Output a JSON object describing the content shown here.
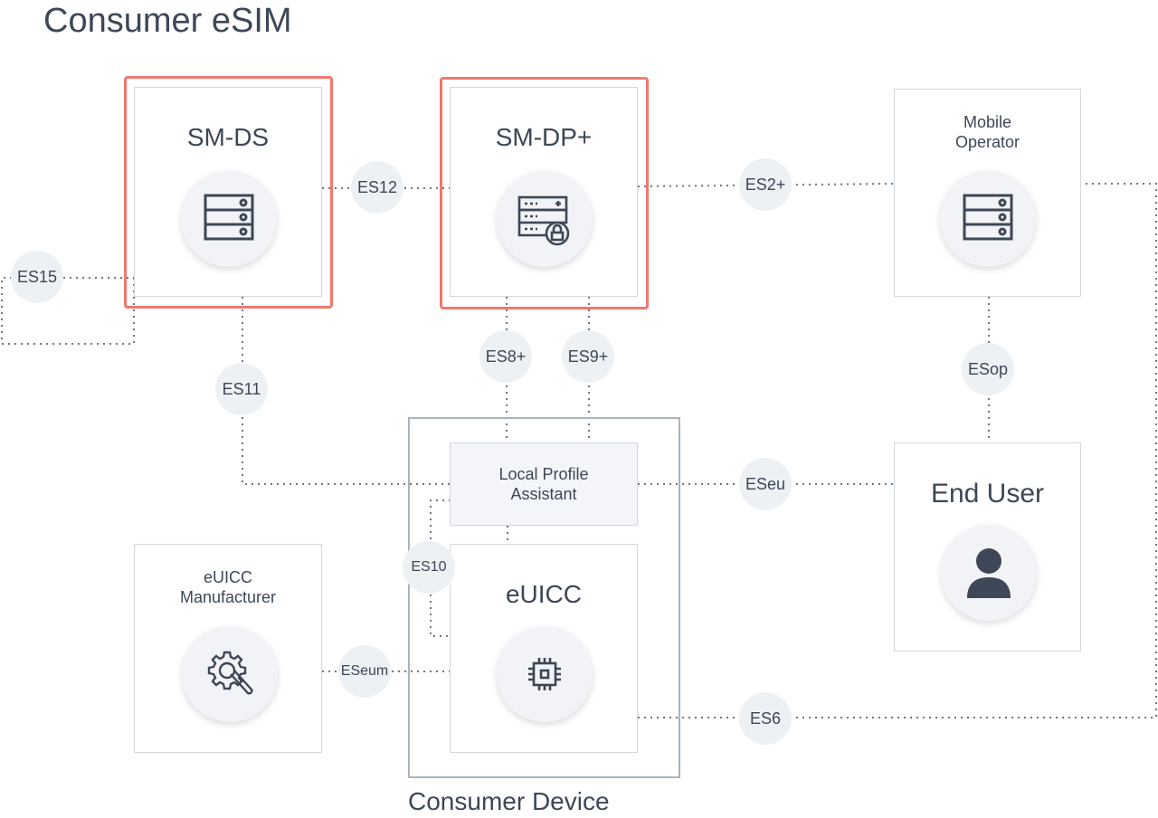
{
  "title": "Consumer eSIM",
  "nodes": {
    "smds": "SM-DS",
    "smdp": "SM-DP+",
    "mobile_operator": "Mobile\nOperator",
    "lpa": "Local Profile\nAssistant",
    "euicc": "eUICC",
    "euicc_manufacturer": "eUICC\nManufacturer",
    "end_user": "End User"
  },
  "interfaces": {
    "es12": "ES12",
    "es2plus": "ES2+",
    "es15": "ES15",
    "es11": "ES11",
    "es8plus": "ES8+",
    "es9plus": "ES9+",
    "esop": "ESop",
    "eseu": "ESeu",
    "es10": "ES10",
    "eseum": "ESeum",
    "es6": "ES6"
  },
  "device_label": "Consumer Device",
  "colors": {
    "highlight": "#f0786e",
    "text": "#3d4757",
    "icon": "#3d4757",
    "line": "#6b7787",
    "device_border": "#a9b3bf"
  }
}
